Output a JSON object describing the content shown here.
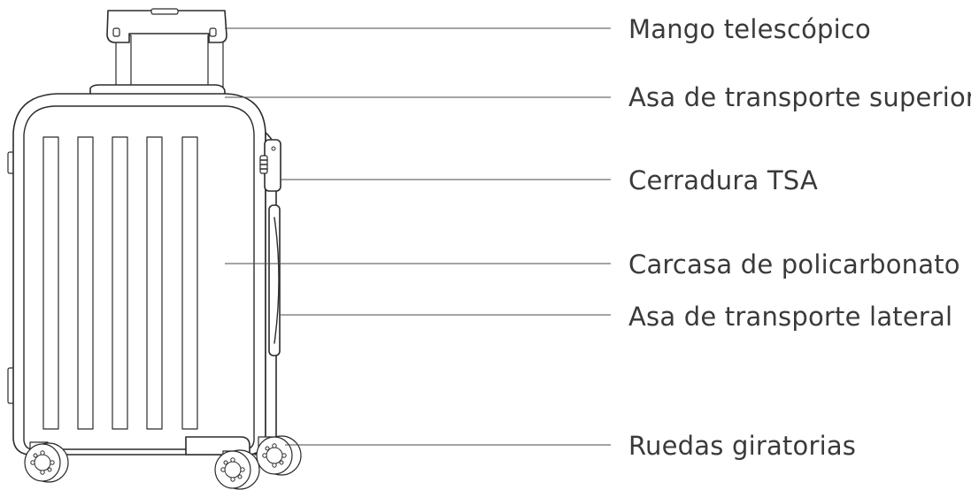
{
  "diagram": {
    "icon": "suitcase-illustration",
    "line_color": "#4a4a4a",
    "text_color": "#3a3a3a",
    "labels": [
      {
        "id": "telescopic-handle",
        "text": "Mango telescópico"
      },
      {
        "id": "top-carry-handle",
        "text": "Asa de transporte superior"
      },
      {
        "id": "tsa-lock",
        "text": "Cerradura TSA"
      },
      {
        "id": "polycarbonate-shell",
        "text": "Carcasa de policarbonato"
      },
      {
        "id": "side-carry-handle",
        "text": "Asa de transporte lateral"
      },
      {
        "id": "spinner-wheels",
        "text": "Ruedas giratorias"
      }
    ]
  }
}
